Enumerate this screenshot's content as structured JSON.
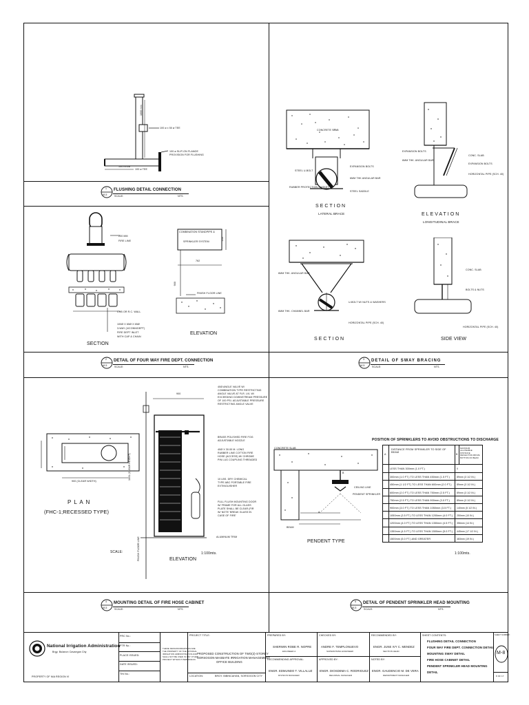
{
  "details": {
    "flushing": {
      "callout_no": "1",
      "callout_sheet": "M-5",
      "title": "FLUSHING DETAIL CONNECTION",
      "scale_label": "SCALE:",
      "scale_value": "NTS.",
      "labels": {
        "tee_top": "100 ø x 50 ø TEE",
        "flange": "100 ø SLIP-ON FLANGE",
        "flange2": "PROVISION FOR FLUSHING",
        "dim_left": "100 mm/ø",
        "dim_bottom": "100 ø TEE",
        "vertical_dim": "1000 mm"
      }
    },
    "fdc": {
      "callout_no": "2",
      "callout_sheet": "M-5",
      "title": "DETAIL OF FOUR WAY FIRE DEPT. CONNECTION",
      "scale_label": "SCALE:",
      "scale_value": "NTS.",
      "section_title": "SECTION",
      "elevation_title": "ELEVATION",
      "labels": {
        "fire_line_1": "200 MM",
        "fire_line_2": "FIRE LINE",
        "wall": "CHB OR R.C. WALL",
        "inlet_1": "100Ø X 65Ø X 65Ø",
        "inlet_2": "3-WAY (4/CONN/DEPT)",
        "inlet_3": "FIRE DEPT INLET",
        "inlet_4": "WITH CAP & CHAIN",
        "standpipe_1": "COMBINATION STANDPIPE &",
        "standpipe_2": "SPRINKLER SYSTEM",
        "finish_floor": "FINISH FLOOR LINE",
        "dim_762": "762",
        "dim_900": "900",
        "dim_230": "230"
      }
    },
    "sway": {
      "callout_no": "3",
      "callout_sheet": "M-5",
      "title": "DETAIL OF SWAY BRACING",
      "scale_label": "SCALE:",
      "scale_value": "NTS.",
      "lateral_title": "SECTION",
      "lateral_sub": "LATERAL BRACE",
      "longitudinal_title": "ELEVATION",
      "longitudinal_sub": "LONGITUDINAL BRACE",
      "section2_title": "SECTION",
      "side_view_title": "SIDE VIEW",
      "labels": {
        "concrete_slab": "CONCRETE SLAB",
        "steel_ubolt": "STEEL U-BOLT",
        "expansion_bolts": "EXPANSION BOLTS",
        "angular_bar": "6MM THK ANGULAR BAR",
        "rubber": "RUBBER PROTECTION GASKET",
        "steel_saddle": "STEEL SADDLE",
        "expansion_bolts2": "EXPANSION BOLTS",
        "angular_bar2": "6MM THK. ANGULAR BAR",
        "conc_slab": "CONC. SLAB",
        "expansion_bolts3": "EXPANSION BOLTS",
        "horizontal_pipe": "HORIZONTAL PIPE (SCH. 40)",
        "angular_bar3": "6MM THK. ANGULAR BAR",
        "ubolt_nuts": "U-BOLT W/ NUTS & WASHERS",
        "channel_bar": "6MM THK. CHANNEL BAR",
        "horizontal_pipe2": "HORIZONTAL PIPE (SCH. 40)",
        "conc_slab2": "CONC. SLAB",
        "bolts_nuts": "BOLTS & NUTS",
        "horizontal_pipe3": "HORIZONTAL PIPE (SCH. 40)"
      }
    },
    "cabinet": {
      "callout_no": "4",
      "callout_sheet": "M-5",
      "title": "MOUNTING DETAIL OF FIRE HOSE CABINET",
      "scale_label": "SCALE:",
      "scale_value": "NTS.",
      "plan_title": "P L A N",
      "plan_sub": "(FHC-1;RECESSED TYPE)",
      "elevation_title": "ELEVATION",
      "scale_text": "SCALE:",
      "scale_ratio": "1:100mts.",
      "labels": {
        "dim_900_top": "900",
        "dim_900_clear": "900 (CLEAR WIDTH)",
        "dim_clear_height": "1051 (CLEAR HEIGHT)",
        "angle_valve_1": "40Ø ANGLE VALVE W/",
        "angle_valve_2": "COMBINATION TYPE RESTRICTING",
        "angle_valve_3": "ANGLE VALVE AT FLR. LVL W/",
        "angle_valve_4": "EXCEEDING DOWNSTREAM PRESSURE",
        "angle_valve_5": "OF 100 PSI. ADJUSTABLE PRESSURE",
        "angle_valve_6": "RESTRICTING ANGLE VALVE",
        "nozzle_1": "BRASS POLISHED FIRE FOG",
        "nozzle_2": "ADJUSTABLE NOZZLE",
        "hose_1": "40Ø X 30.00 M. LONG",
        "hose_2": "RUBBER LINE COTTON FIRE",
        "hose_3": "HOSE (ACCESS) W/ CHROME",
        "hose_4": "PIN LUG COUPLING THREADED",
        "ext_1": "10 LBS. DRY CHEMICAL",
        "ext_2": "TYPE ABC PORTABLE FIRE",
        "ext_3": "EXTINGUISHER",
        "door_1": "FULL FLUSH MOUNTING DOOR",
        "door_2": "W/ FRAME FOR ALL GLASS",
        "door_3": "PLATE SHALL BE CLEAR (FIR",
        "door_4": "W/ NOTE 'BREAK GLASS IN",
        "door_5": "CASE OF FIRE'",
        "trim": "ALUMINUM TRIM",
        "finish_floor": "FINISH FLOOR LINE"
      }
    },
    "pendent": {
      "callout_no": "5",
      "callout_sheet": "M-5",
      "title": "DETAIL OF PENDENT SPRINKLER HEAD MOUNTING",
      "scale_label": "SCALE:",
      "scale_value": "NTS.",
      "type_title": "PENDENT TYPE",
      "scale_ratio": "1:100mts.",
      "labels": {
        "concrete_slab": "CONCRETE SLAB",
        "beam": "BEAM",
        "ceiling_line": "CEILING LINE",
        "pendent_sprinkler": "PENDENT SPRINKLER",
        "b_label": "B",
        "a_label": "A"
      },
      "table": {
        "title": "POSITION OF SPRINKLERS TO AVOID OBSTRUCTIONS TO DISCHARGE",
        "col_a": "A",
        "col_dist": "DISTANCE FROM SPRINKLER TO SIDE OF BEAM",
        "col_b": "B",
        "col_max": "MAXIMUM ALLOWABLE DISTANCE DEFLECTOR ABOVE BOTTOM OF BEAM",
        "rows": [
          {
            "dist": "LESS THAN 300mm (1.0 FT.)",
            "max": "0"
          },
          {
            "dist": "300mm (1.0 FT.) TO LESS THAN 450mm (1.5 FT.)",
            "max": "89mm (3 1/2 IN.)"
          },
          {
            "dist": "450mm (1 1/2 FT) TO LESS THAN 600mm (2.0 FT.)",
            "max": "89mm (3 1/2 IN.)"
          },
          {
            "dist": "600mm (2.0 FT.) TO LESS THAN 750mm (2.5 FT.)",
            "max": "89mm (3 1/2 IN.)"
          },
          {
            "dist": "750mm (2.5 FT.) TO LESS THAN 900mm (3.0 FT.)",
            "max": "89mm (3 1/2 IN.)"
          },
          {
            "dist": "900mm (3.0 FT.) TO LESS THAN 1050mm (3.5 FT.)",
            "max": "140mm (5 1/2 IN.)"
          },
          {
            "dist": "1050mm (3.5 FT.) TO LESS THAN 1200mm (4.0 FT.)",
            "max": "250mm (10 IN.)"
          },
          {
            "dist": "1200mm (4.0 FT.) TO LESS THAN 1350mm (4.5 FT.)",
            "max": "356mm (14 IN.)"
          },
          {
            "dist": "1350mm (4.5 FT.) TO LESS THAN 1500mm (5.0 FT.)",
            "max": "445mm (17 1/2 IN.)"
          },
          {
            "dist": "1500mm (5.0 FT.) AND GREATER",
            "max": "483mm (19 IN.)"
          }
        ]
      }
    }
  },
  "title_block": {
    "agency": "National Irrigation Administration",
    "agency_sub": "Brgy. Bulanon Cavaegan City",
    "logo_caption": "PROPERTY OF NIA REGION VI",
    "fields": [
      "PRC No.:",
      "PTR No.:",
      "PLACE ISSUED:",
      "DATE ISSUED:",
      "TIN No.:"
    ],
    "note_1": "THESE DESIGNS/DRAWINGS ARE",
    "note_2": "THE PROPERTY OF THE NATIONAL",
    "note_3": "IRRIGATION ADMINISTRATION AND",
    "note_4": "SHALL NOT BE USED IN ANY OTHER",
    "note_5": "PROJECT WITHOUT PERMISSION",
    "project_title_label": "PROJECT TITLE:",
    "project_title_1": "PROPOSED CONSTRUCTION OF TWO(2)-STOREY",
    "project_title_2": "SORSOGON-MASBATE IRRIGATION MANAGEMENT",
    "project_title_3": "OFFICE BUILDING",
    "location_label": "LOCATION:",
    "location_value": "BRGY. BIBINCAHAN, SORSOGON CITY",
    "prepared_by_label": "PREPARED BY:",
    "prepared_by": "SHERWIN ROBE R. NOPRE",
    "prepared_by_title": "ENGINEER A",
    "recommending_label": "RECOMMENDING APPROVAL:",
    "recommending": "ENGR. EDMUNDO T. VILLALUZ",
    "recommending_title": "DIVISION MANAGER",
    "checked_by_label": "CHECKED BY:",
    "checked_by": "ANDRE F. TEMPLONUEVO",
    "checked_by_title": "SUPERVISING ENGINEER",
    "approved_by_label": "APPROVED BY:",
    "approved_by": "ENGR. DIOSDEMA C. RODRIGUEZ",
    "approved_by_title": "REGIONAL MANAGER",
    "recommended_by_label": "RECOMMENDED BY:",
    "recommended_by": "ENGR. JUNE IVY C. MENDEZ",
    "recommended_by_title": "SECTION HEAD",
    "noted_by_label": "NOTED BY:",
    "noted_by": "ENGR. GAUDENCIO M. DE VERA",
    "noted_by_title": "DEPARTMENT MANAGER",
    "sheet_contents_label": "SHEET CONTENTS:",
    "sheet_contents": [
      "FLUSHING DETAIL CONNECTION",
      "FOUR WAY FIRE DEPT. CONNECTION DETAIL",
      "MOUNTING SWAY DETAIL",
      "FIRE HOSE CABINET DETAIL",
      "PENDENT SPRINKLER HEAD MOUNTING",
      "DETAIL"
    ],
    "sheet_number_label": "SHEET NUMBER:",
    "sheet_number": "M-8",
    "sheet_of": "8 OF 17"
  }
}
